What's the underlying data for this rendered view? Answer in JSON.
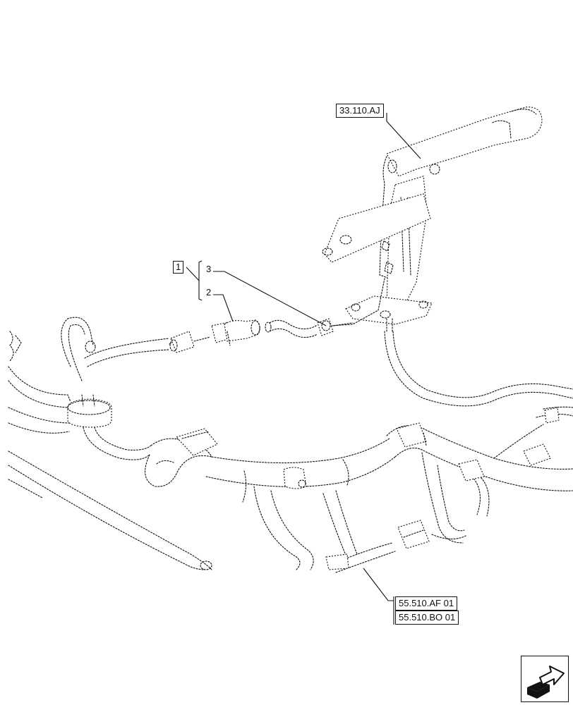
{
  "references": {
    "top": "33.110.AJ",
    "bottom_1": "55.510.AF 01",
    "bottom_2": "55.510.BO 01"
  },
  "callouts": {
    "assembly": "1",
    "part_2": "2",
    "part_3": "3"
  },
  "icons": {
    "navigation": "next-page-arrow-icon"
  }
}
